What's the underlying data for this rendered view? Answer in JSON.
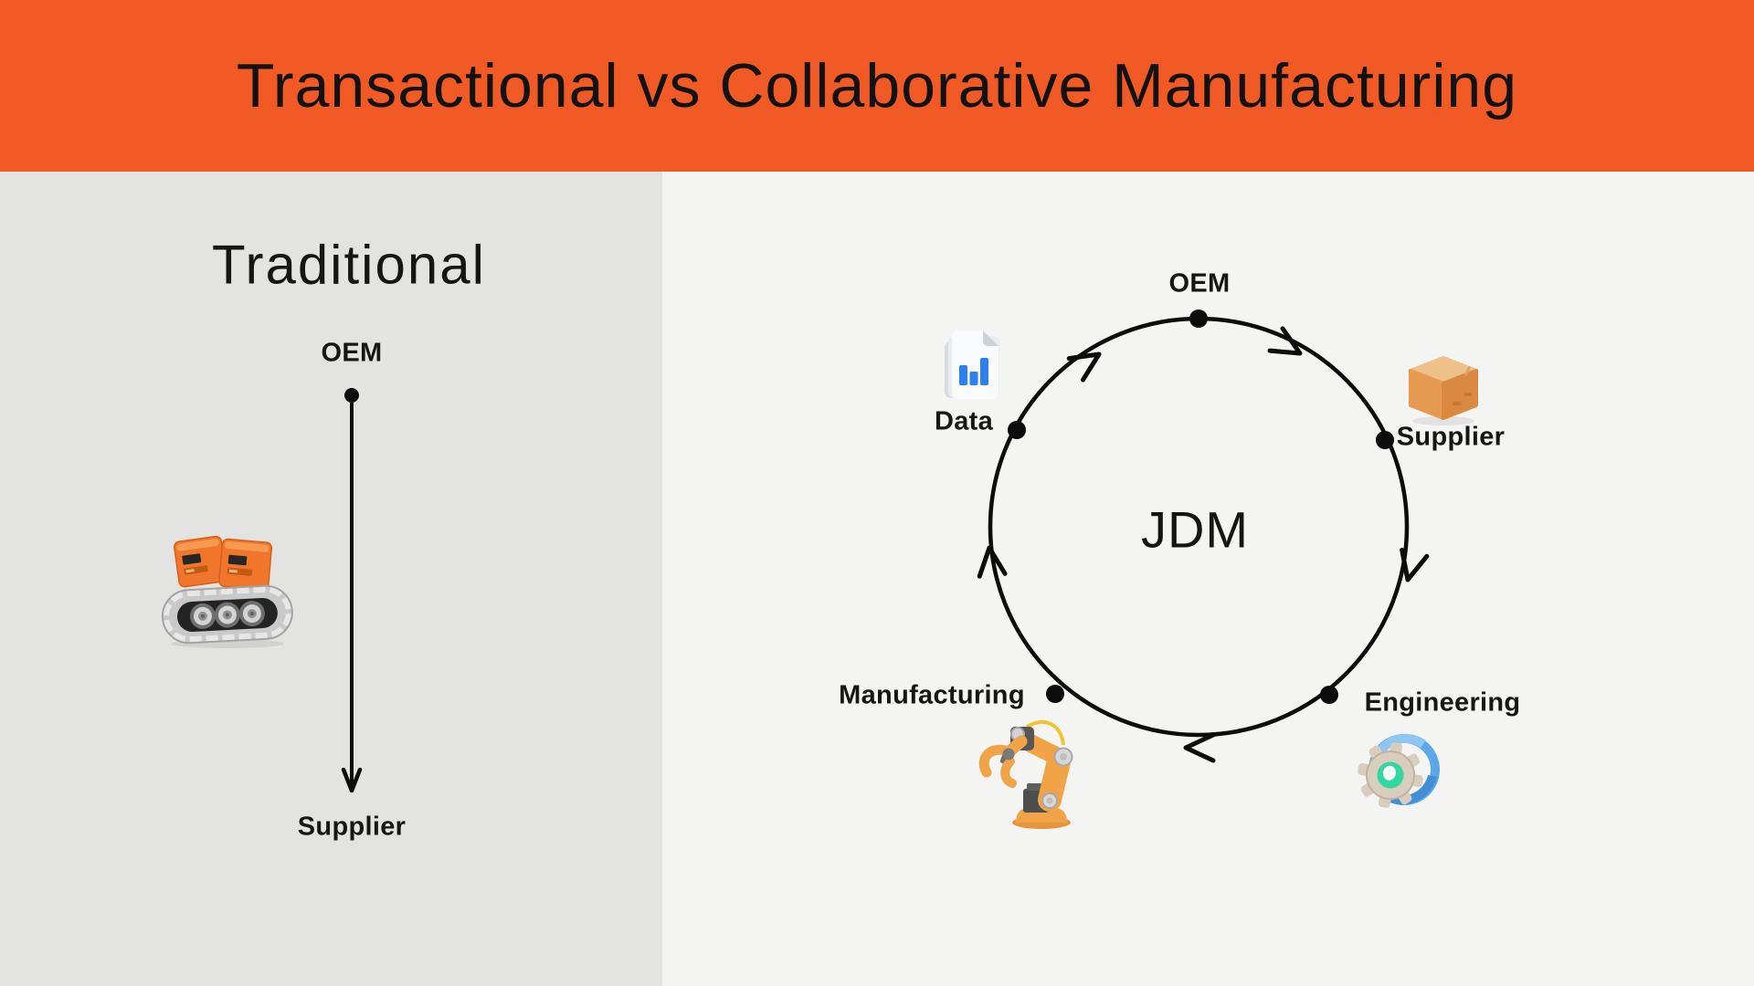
{
  "header": {
    "title": "Transactional vs Collaborative Manufacturing",
    "bg_color": "#F15A24",
    "text_color": "#121212"
  },
  "left_panel": {
    "bg_color": "#E3E4E1",
    "title": "Traditional",
    "flow": {
      "from": "OEM",
      "to": "Supplier",
      "direction": "top-down"
    },
    "icon": "cargo-robot"
  },
  "right_panel": {
    "bg_color": "#F4F4F2",
    "center_label": "JDM",
    "flow_direction": "clockwise",
    "nodes": [
      {
        "label": "OEM",
        "position": "top"
      },
      {
        "label": "Supplier",
        "position": "upper-right",
        "icon": "cardboard-box"
      },
      {
        "label": "Engineering",
        "position": "lower-right",
        "icon": "gear"
      },
      {
        "label": "Manufacturing",
        "position": "lower-left",
        "icon": "robot-arm"
      },
      {
        "label": "Data",
        "position": "upper-left",
        "icon": "chart-document"
      }
    ]
  }
}
